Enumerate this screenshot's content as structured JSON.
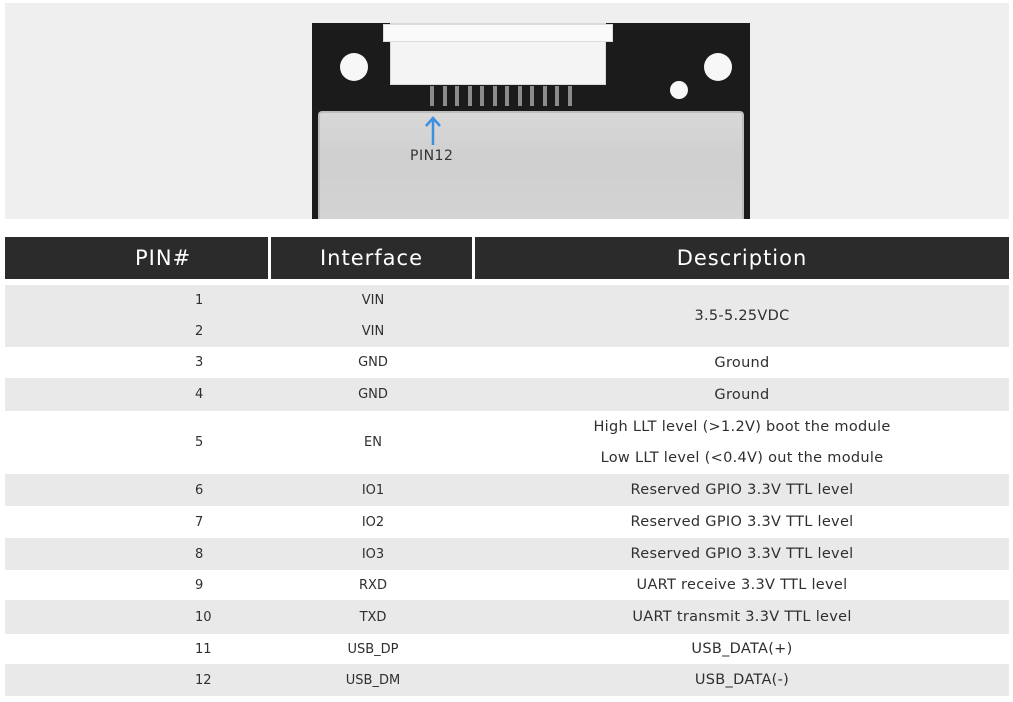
{
  "figure": {
    "pin_label": "PIN12"
  },
  "table": {
    "headers": {
      "pin": "PIN#",
      "interface": "Interface",
      "description": "Description"
    },
    "rows": [
      {
        "pins": [
          "1",
          "2"
        ],
        "interfaces": [
          "VIN",
          "VIN"
        ],
        "description": "3.5-5.25VDC"
      },
      {
        "pin": "3",
        "interface": "GND",
        "description": "Ground"
      },
      {
        "pin": "4",
        "interface": "GND",
        "description": "Ground"
      },
      {
        "pin": "5",
        "interface": "EN",
        "description_lines": [
          "High LLT level (>1.2V) boot the module",
          "Low LLT level (<0.4V) out the module"
        ]
      },
      {
        "pin": "6",
        "interface": "IO1",
        "description": "Reserved GPIO 3.3V TTL level"
      },
      {
        "pin": "7",
        "interface": "IO2",
        "description": "Reserved GPIO 3.3V TTL level"
      },
      {
        "pin": "8",
        "interface": "IO3",
        "description": "Reserved GPIO 3.3V TTL level"
      },
      {
        "pin": "9",
        "interface": "RXD",
        "description": "UART receive 3.3V TTL level"
      },
      {
        "pin": "10",
        "interface": "TXD",
        "description": "UART transmit 3.3V TTL level"
      },
      {
        "pin": "11",
        "interface": "USB_DP",
        "description": "USB_DATA(+)"
      },
      {
        "pin": "12",
        "interface": "USB_DM",
        "description": "USB_DATA(-)"
      }
    ]
  },
  "colors": {
    "header_bg": "#2b2b2b",
    "row_shade": "#e9e9e9",
    "arrow": "#3d8fe0"
  }
}
